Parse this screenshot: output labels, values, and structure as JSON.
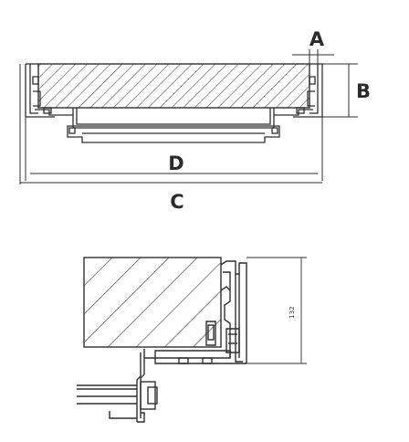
{
  "labels": {
    "a": "A",
    "b": "B",
    "c": "C",
    "d": "D"
  },
  "detail": {
    "dimension_value": "132"
  },
  "colors": {
    "line": "#2f2f2f",
    "text": "#2b2b2b",
    "background": "#ffffff"
  }
}
